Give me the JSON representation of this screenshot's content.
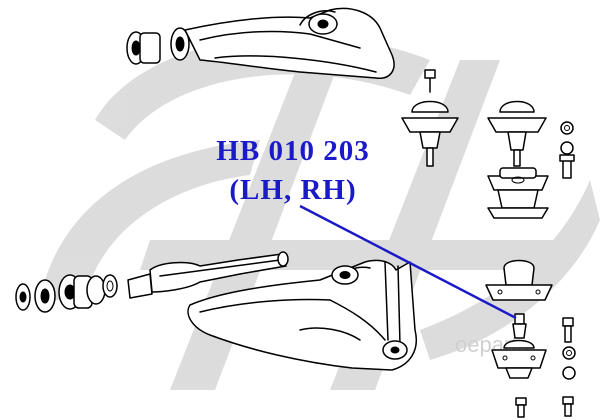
{
  "part_number": "HB 010 203",
  "side_label": "(LH, RH)",
  "watermark": "oeparts",
  "colors": {
    "label": "#1a1ac8",
    "leader_line": "#1a1ac8",
    "ink": "#000000",
    "watermark_fill": "#d9d9d9"
  },
  "icons": {
    "watermark_logo": "brand-logo-mark",
    "highlighted_part": "lower-ball-joint"
  }
}
